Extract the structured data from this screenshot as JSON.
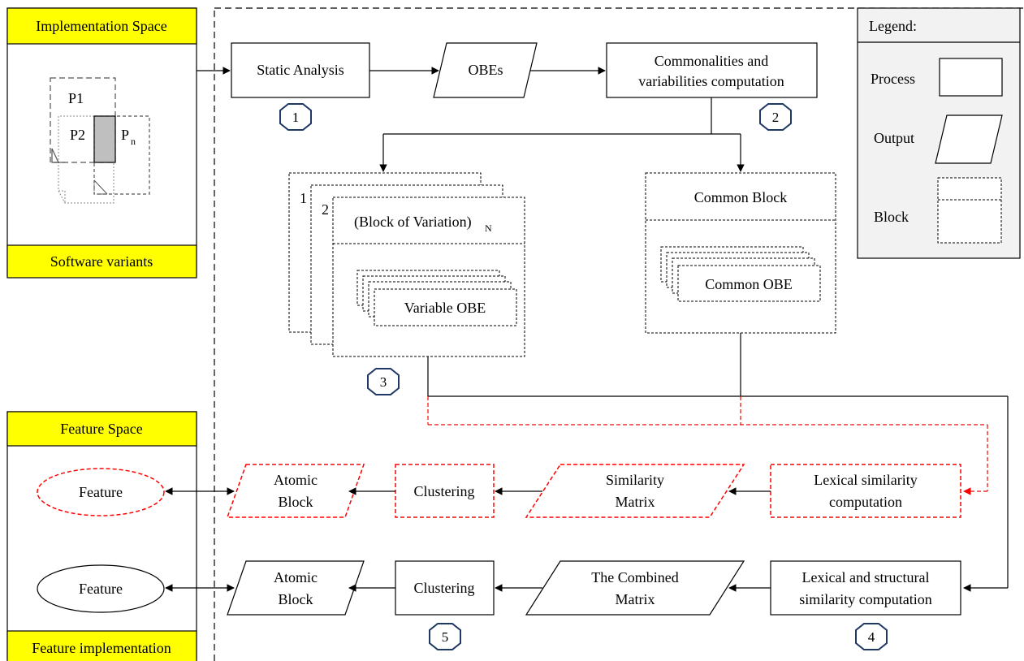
{
  "implementation_space": {
    "title": "Implementation Space",
    "footer": "Software variants",
    "variants": [
      "P1",
      "P2",
      "P",
      "n"
    ]
  },
  "feature_space": {
    "title": "Feature Space",
    "footer": "Feature implementation",
    "feature_top": "Feature",
    "feature_bottom": "Feature"
  },
  "legend": {
    "title": "Legend:",
    "process": "Process",
    "output": "Output",
    "block": "Block"
  },
  "flow": {
    "static_analysis": "Static Analysis",
    "obes": "OBEs",
    "commonalities_line1": "Commonalities  and",
    "commonalities_line2": "variabilities  computation",
    "stack_numbers": [
      "1",
      "2"
    ],
    "block_of_variation": "(Block  of  Variation)",
    "block_of_variation_sub": "N",
    "variable_obe": "Variable  OBE",
    "common_block": "Common  Block",
    "common_obe": "Common  OBE",
    "lexical_line1": "Lexical  similarity",
    "lexical_line2": "computation",
    "similarity_line1": "Similarity",
    "similarity_line2": "Matrix",
    "clustering_top": "Clustering",
    "atomic_top_line1": "Atomic",
    "atomic_top_line2": "Block",
    "lexstruct_line1": "Lexical  and  structural",
    "lexstruct_line2": "similarity  computation",
    "combined_line1": "The  Combined",
    "combined_line2": "Matrix",
    "clustering_bottom": "Clustering",
    "atomic_bottom_line1": "Atomic",
    "atomic_bottom_line2": "Block"
  },
  "steps": [
    "1",
    "2",
    "3",
    "4",
    "5"
  ],
  "colors": {
    "yellow": "#FFFF00",
    "red_dashed": "#FF0000",
    "legend_bg": "#F2F2F2"
  }
}
